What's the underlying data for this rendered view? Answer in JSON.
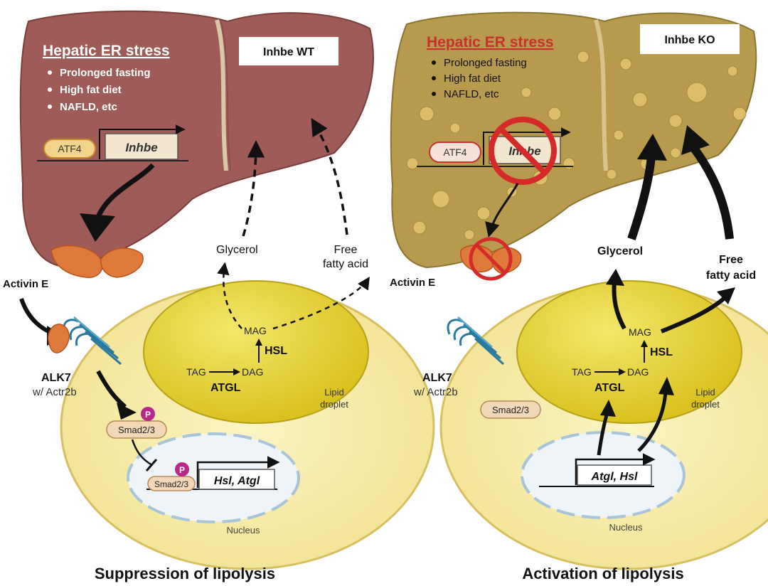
{
  "left": {
    "stress_title": "Hepatic ER stress",
    "conditions": [
      "Prolonged fasting",
      "High fat diet",
      "NAFLD, etc"
    ],
    "genotype": "Inhbe WT",
    "tf": "ATF4",
    "gene": "Inhbe",
    "ligand": "Activin E",
    "receptor": "ALK7",
    "coreceptor": "w/ Actr2b",
    "smad": "Smad2/3",
    "smad_nuclear": "Smad2/3",
    "phospho": "P",
    "target_genes": "Hsl, Atgl",
    "nucleus": "Nucleus",
    "glycerol": "Glycerol",
    "ffa_1": "Free",
    "ffa_2": "fatty acid",
    "tag": "TAG",
    "dag": "DAG",
    "mag": "MAG",
    "atgl": "ATGL",
    "hsl": "HSL",
    "droplet_1": "Lipid",
    "droplet_2": "droplet",
    "caption": "Suppression of lipolysis"
  },
  "right": {
    "stress_title": "Hepatic ER stress",
    "conditions": [
      "Prolonged fasting",
      "High fat diet",
      "NAFLD, etc"
    ],
    "genotype": "Inhbe KO",
    "tf": "ATF4",
    "gene": "Inhbe",
    "ligand": "Activin E",
    "receptor": "ALK7",
    "coreceptor": "w/ Actr2b",
    "smad": "Smad2/3",
    "target_genes": "Atgl, Hsl",
    "nucleus": "Nucleus",
    "glycerol": "Glycerol",
    "ffa_1": "Free",
    "ffa_2": "fatty acid",
    "tag": "TAG",
    "dag": "DAG",
    "mag": "MAG",
    "atgl": "ATGL",
    "hsl": "HSL",
    "droplet_1": "Lipid",
    "droplet_2": "droplet",
    "caption": "Activation of lipolysis"
  },
  "colors": {
    "liver_wt": "#9e5b57",
    "liver_ko": "#b79a4e",
    "cell": "#f6eca2",
    "droplet": "#e8d43a",
    "nucleus": "#eef4f8",
    "stress_ko": "#c8302c",
    "inhibit": "#d42a2a"
  }
}
